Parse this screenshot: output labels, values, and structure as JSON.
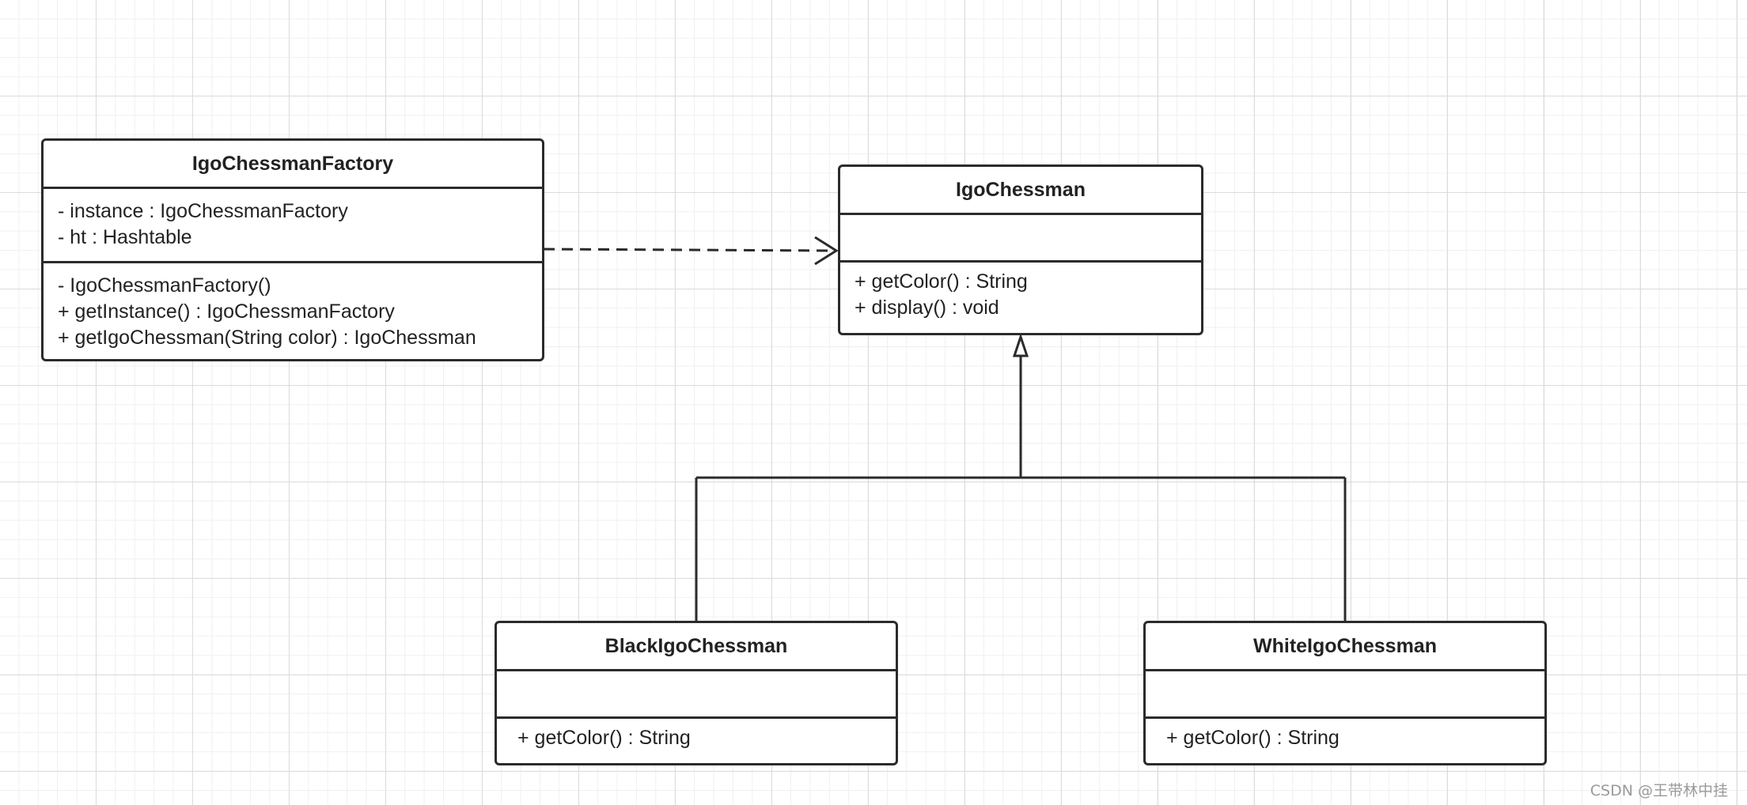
{
  "classes": {
    "factory": {
      "name": "IgoChessmanFactory",
      "attributes": [
        "- instance : IgoChessmanFactory",
        "- ht : Hashtable"
      ],
      "methods": [
        "- IgoChessmanFactory()",
        "+ getInstance() : IgoChessmanFactory",
        "+ getIgoChessman(String color) : IgoChessman"
      ]
    },
    "chessman": {
      "name": "IgoChessman",
      "attributes": [],
      "methods": [
        "+ getColor() : String",
        "+ display() : void"
      ]
    },
    "black": {
      "name": "BlackIgoChessman",
      "attributes": [],
      "methods": [
        "+ getColor() : String"
      ]
    },
    "white": {
      "name": "WhiteIgoChessman",
      "attributes": [],
      "methods": [
        "+ getColor() : String"
      ]
    }
  },
  "relations": [
    {
      "type": "dependency",
      "from": "IgoChessmanFactory",
      "to": "IgoChessman"
    },
    {
      "type": "generalization",
      "from": "BlackIgoChessman",
      "to": "IgoChessman"
    },
    {
      "type": "generalization",
      "from": "WhiteIgoChessman",
      "to": "IgoChessman"
    }
  ],
  "colors": {
    "line": "#2b2b2b",
    "background": "#ffffff",
    "grid": "#dcdcdc"
  },
  "watermark": "CSDN @王带林中挂"
}
